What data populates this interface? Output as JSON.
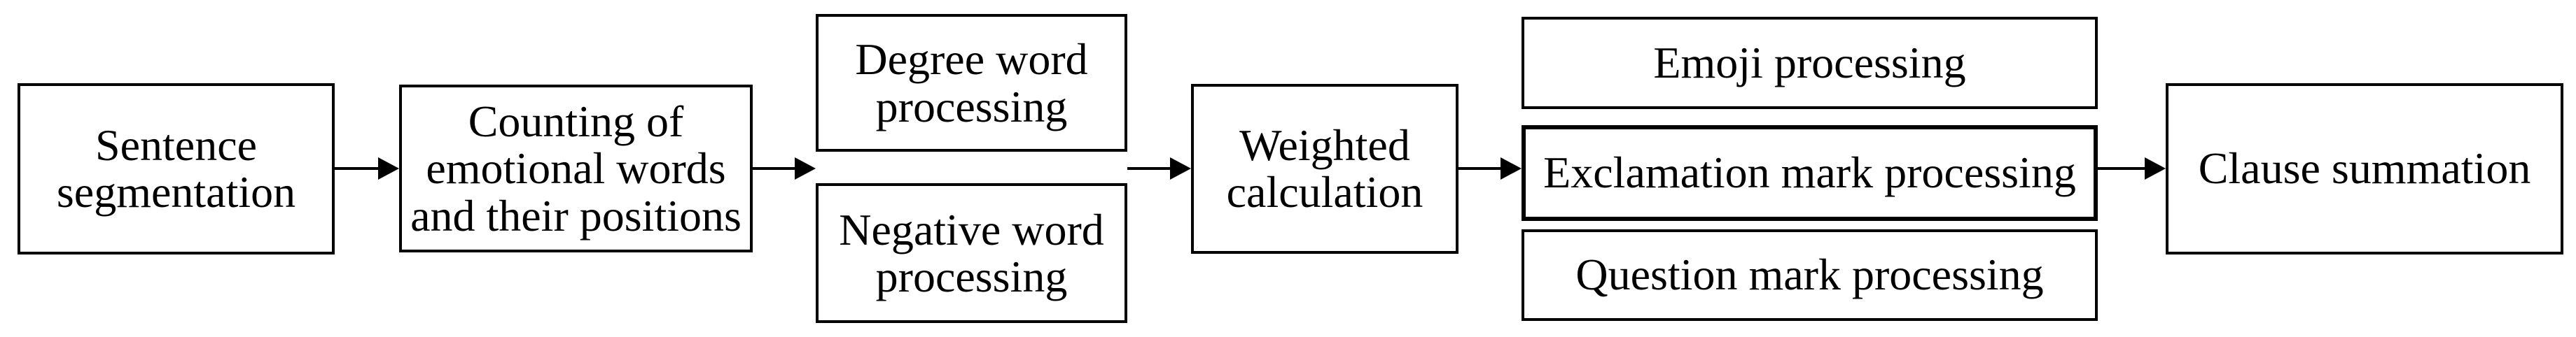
{
  "diagram": {
    "type": "flowchart",
    "background_color": "#ffffff",
    "border_color": "#000000",
    "text_color": "#000000",
    "nodes": [
      {
        "id": "sentence-segmentation",
        "label": "Sentence segmentation",
        "lines": [
          "Sentence",
          "segmentation"
        ]
      },
      {
        "id": "counting-emotional-words",
        "label": "Counting of emotional words and their positions",
        "lines": [
          "Counting of",
          "emotional words",
          "and their positions"
        ]
      },
      {
        "id": "degree-word-processing",
        "label": "Degree word processing",
        "lines": [
          "Degree word",
          "processing"
        ]
      },
      {
        "id": "negative-word-processing",
        "label": "Negative word processing",
        "lines": [
          "Negative word",
          "processing"
        ]
      },
      {
        "id": "weighted-calculation",
        "label": "Weighted calculation",
        "lines": [
          "Weighted",
          "calculation"
        ]
      },
      {
        "id": "emoji-processing",
        "label": "Emoji processing",
        "lines": [
          "Emoji processing"
        ]
      },
      {
        "id": "exclamation-mark-processing",
        "label": "Exclamation mark processing",
        "lines": [
          "Exclamation mark processing"
        ]
      },
      {
        "id": "question-mark-processing",
        "label": "Question mark processing",
        "lines": [
          "Question mark processing"
        ]
      },
      {
        "id": "clause-summation",
        "label": "Clause summation",
        "lines": [
          "Clause summation"
        ]
      }
    ],
    "edges": [
      {
        "from": "sentence-segmentation",
        "to": "counting-emotional-words"
      },
      {
        "from": "counting-emotional-words",
        "to": "degree-and-negative-word-group"
      },
      {
        "from": "degree-and-negative-word-group",
        "to": "weighted-calculation"
      },
      {
        "from": "weighted-calculation",
        "to": "punctuation-processing-group"
      },
      {
        "from": "punctuation-processing-group",
        "to": "clause-summation"
      }
    ]
  }
}
